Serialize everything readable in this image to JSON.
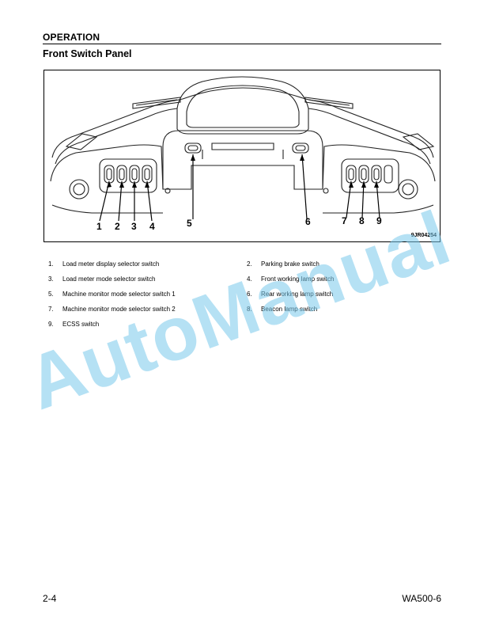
{
  "header": {
    "section": "OPERATION"
  },
  "page_title": "Front Switch Panel",
  "figure": {
    "figure_id": "9JR04254",
    "callouts": [
      "1",
      "2",
      "3",
      "4",
      "5",
      "6",
      "7",
      "8",
      "9"
    ]
  },
  "legend": [
    {
      "num": "1.",
      "label": "Load meter display selector switch"
    },
    {
      "num": "2.",
      "label": "Parking brake switch"
    },
    {
      "num": "3.",
      "label": "Load meter mode selector switch"
    },
    {
      "num": "4.",
      "label": "Front working lamp switch"
    },
    {
      "num": "5.",
      "label": "Machine monitor mode selector switch 1"
    },
    {
      "num": "6.",
      "label": "Rear working lamp switch"
    },
    {
      "num": "7.",
      "label": "Machine monitor mode selector switch 2"
    },
    {
      "num": "8.",
      "label": "Beacon lamp switch"
    },
    {
      "num": "9.",
      "label": "ECSS switch"
    }
  ],
  "watermark": "AutoManual",
  "footer": {
    "page_number": "2-4",
    "model": "WA500-6"
  }
}
